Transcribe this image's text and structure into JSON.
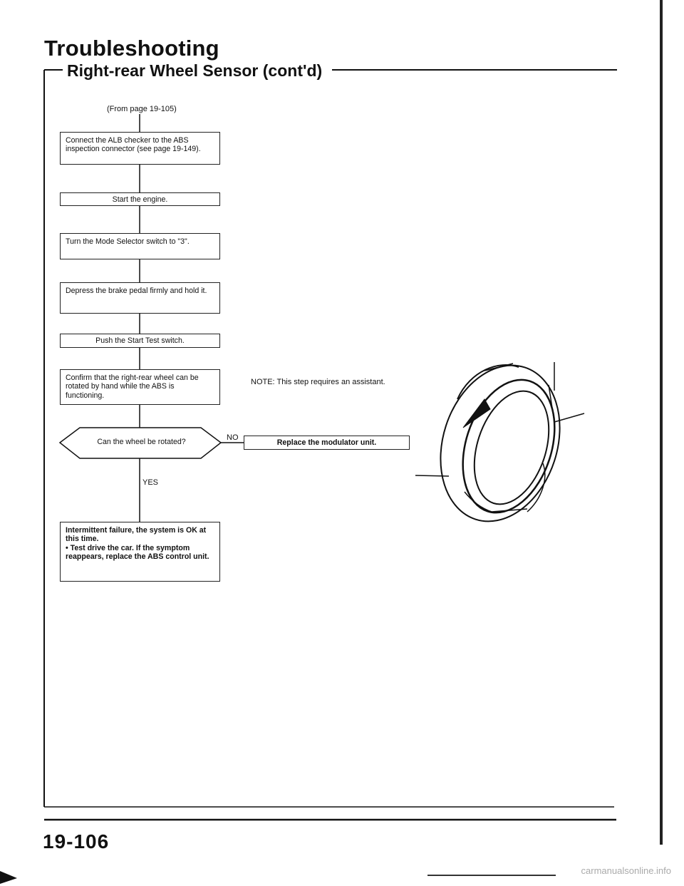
{
  "header": {
    "title": "Troubleshooting",
    "subtitle": "Right-rear Wheel Sensor (cont'd)"
  },
  "flow": {
    "from": "(From page 19-105)",
    "steps": [
      "Connect the ALB checker to the ABS inspection connector (see page 19-149).",
      "Start the engine.",
      "Turn the Mode Selector switch to \"3\".",
      "Depress the brake pedal firmly and hold it.",
      "Push the Start Test switch.",
      "Confirm that the right-rear wheel can be rotated by hand while the ABS is functioning."
    ],
    "note": "NOTE: This step requires an assistant.",
    "decision": "Can the wheel be rotated?",
    "no_label": "NO",
    "yes_label": "YES",
    "no_result": "Replace the modulator unit.",
    "yes_result": {
      "line1": "Intermittent failure, the system is OK at this time.",
      "line2": "• Test drive the car. If the symptom reappears, replace the ABS control unit."
    }
  },
  "footer": {
    "page_number": "19-106",
    "watermark": "carmanualsonline.info"
  }
}
